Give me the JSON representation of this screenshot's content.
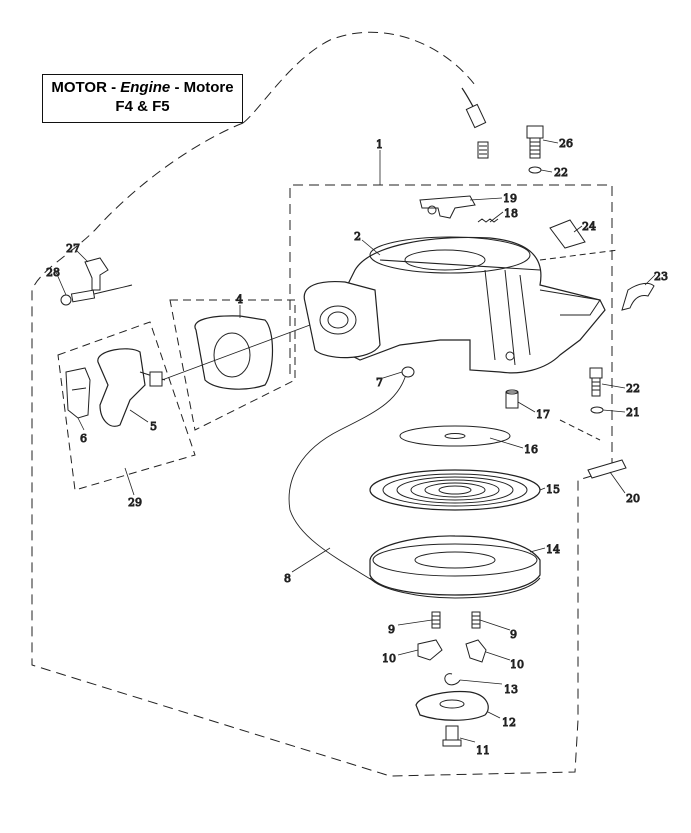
{
  "title": {
    "part1": "MOTOR - ",
    "part2": "Engine",
    "part3": " - Motore",
    "line2": "F4 & F5"
  },
  "callouts": {
    "c1": "1",
    "c2": "2",
    "c4": "4",
    "c5": "5",
    "c6": "6",
    "c7": "7",
    "c8": "8",
    "c9a": "9",
    "c9b": "9",
    "c10a": "10",
    "c10b": "10",
    "c11": "11",
    "c12": "12",
    "c13": "13",
    "c14": "14",
    "c15": "15",
    "c16": "16",
    "c17": "17",
    "c18": "18",
    "c19": "19",
    "c20": "20",
    "c21": "21",
    "c22a": "22",
    "c22b": "22",
    "c23": "23",
    "c24": "24",
    "c26": "26",
    "c27": "27",
    "c28": "28",
    "c29": "29"
  }
}
